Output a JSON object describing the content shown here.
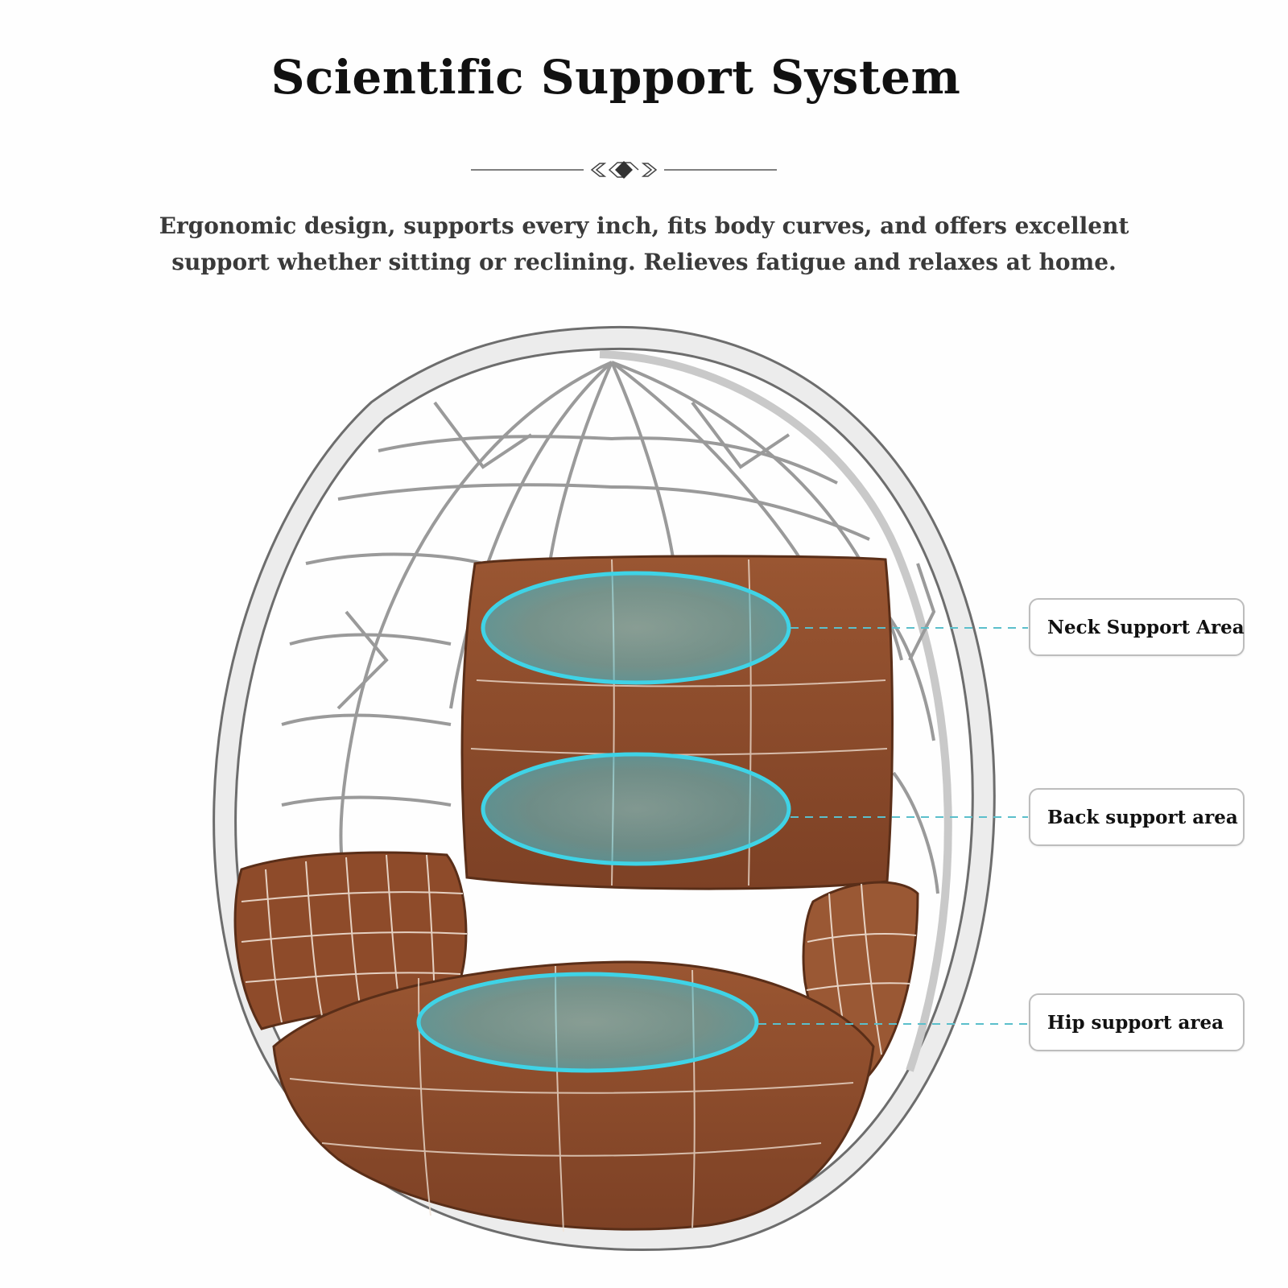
{
  "header": {
    "title": "Scientific Support System",
    "subtitle": "Ergonomic design, supports every inch, fits body curves, and offers excellent support whether sitting or reclining. Relieves fatigue and relaxes at home."
  },
  "callouts": [
    {
      "label": "Neck Support Area"
    },
    {
      "label": "Back support area"
    },
    {
      "label": "Hip support area"
    }
  ],
  "colors": {
    "cushion": "#8a4a2c",
    "highlight": "#58c9d6",
    "frame": "#e9e9e9",
    "frame_outline": "#6d6d6d"
  }
}
